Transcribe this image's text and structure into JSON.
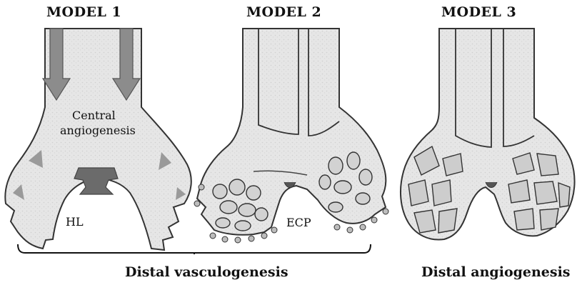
{
  "titles": {
    "model1": "MODEL 1",
    "model2": "MODEL 2",
    "model3": "MODEL 3"
  },
  "annotations": {
    "central_line1": "Central",
    "central_line2": "angiogenesis",
    "hl": "HL",
    "ecp": "ECP"
  },
  "captions": {
    "distal_vasculogenesis": "Distal vasculogenesis",
    "distal_angiogenesis": "Distal angiogenesis"
  },
  "colors": {
    "bone_fill": "#e9e9e9",
    "bone_outline": "#3a3a3a",
    "arrow": "#8a8a8a",
    "dark_vessel": "#6b6b6b",
    "vessel": "#c8c8c8"
  }
}
